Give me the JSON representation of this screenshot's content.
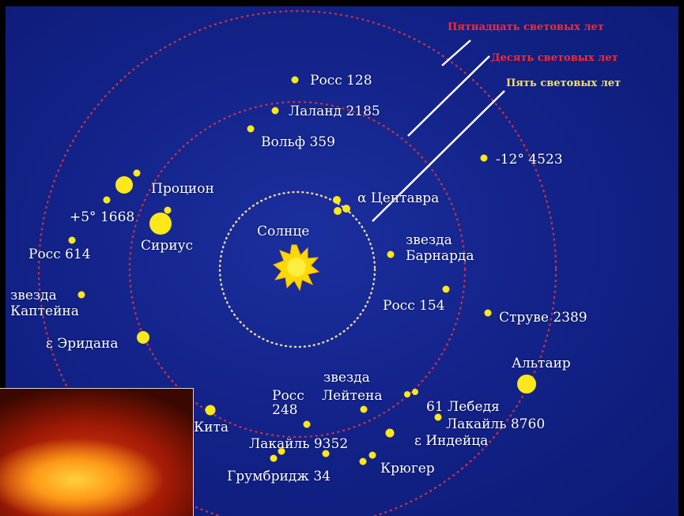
{
  "legend": {
    "fifteen": "Пятнадцать световых лет",
    "ten": "Десять световых лет",
    "five": "Пять световых лет"
  },
  "sun": {
    "label": "Солнце"
  },
  "stars": [
    {
      "id": "ross-128",
      "label": "Росс 128"
    },
    {
      "id": "lalande-2185",
      "label": "Лаланд 2185"
    },
    {
      "id": "wolf-359",
      "label": "Вольф 359"
    },
    {
      "id": "bd-12-4523",
      "label": "-12° 4523"
    },
    {
      "id": "procyon",
      "label": "Процион"
    },
    {
      "id": "bd-5-1668",
      "label": "+5° 1668"
    },
    {
      "id": "sirius",
      "label": "Сириус"
    },
    {
      "id": "ross-614",
      "label": "Росс 614"
    },
    {
      "id": "alpha-centauri",
      "label": "α Центавра"
    },
    {
      "id": "barnard-line1",
      "label": "звезда"
    },
    {
      "id": "barnard-line2",
      "label": "Барнарда"
    },
    {
      "id": "kapteyn-line1",
      "label": "звезда"
    },
    {
      "id": "kapteyn-line2",
      "label": "Каптейна"
    },
    {
      "id": "ross-154",
      "label": "Росс 154"
    },
    {
      "id": "struve-2398",
      "label": "Струве 2389"
    },
    {
      "id": "epsilon-eridani",
      "label": "ε Эридана"
    },
    {
      "id": "altair",
      "label": "Альтаир"
    },
    {
      "id": "luyten-line1",
      "label": "звезда"
    },
    {
      "id": "luyten-line2",
      "label": "Лейтена"
    },
    {
      "id": "ross-248-line1",
      "label": "Росс"
    },
    {
      "id": "ross-248-line2",
      "label": "248"
    },
    {
      "id": "61-cygni",
      "label": "61 Лебедя"
    },
    {
      "id": "lacaille-8760",
      "label": "Лакайль 8760"
    },
    {
      "id": "tau-ceti",
      "label": "Кита"
    },
    {
      "id": "lacaille-9352",
      "label": "Лакайль 9352"
    },
    {
      "id": "epsilon-indi",
      "label": "ε Индейца"
    },
    {
      "id": "kruger",
      "label": "Крюгер"
    },
    {
      "id": "groombridge-34",
      "label": "Грумбридж 34"
    }
  ],
  "colors": {
    "background": "#13238a",
    "star": "#ffe81a",
    "sun": "#ffd800",
    "ring_inner": "#f4d9a0",
    "ring_outer": "#c0324a",
    "legend_red": "#ff2a2a",
    "legend_yellow": "#ffe14a",
    "pointer": "#ffffff"
  }
}
